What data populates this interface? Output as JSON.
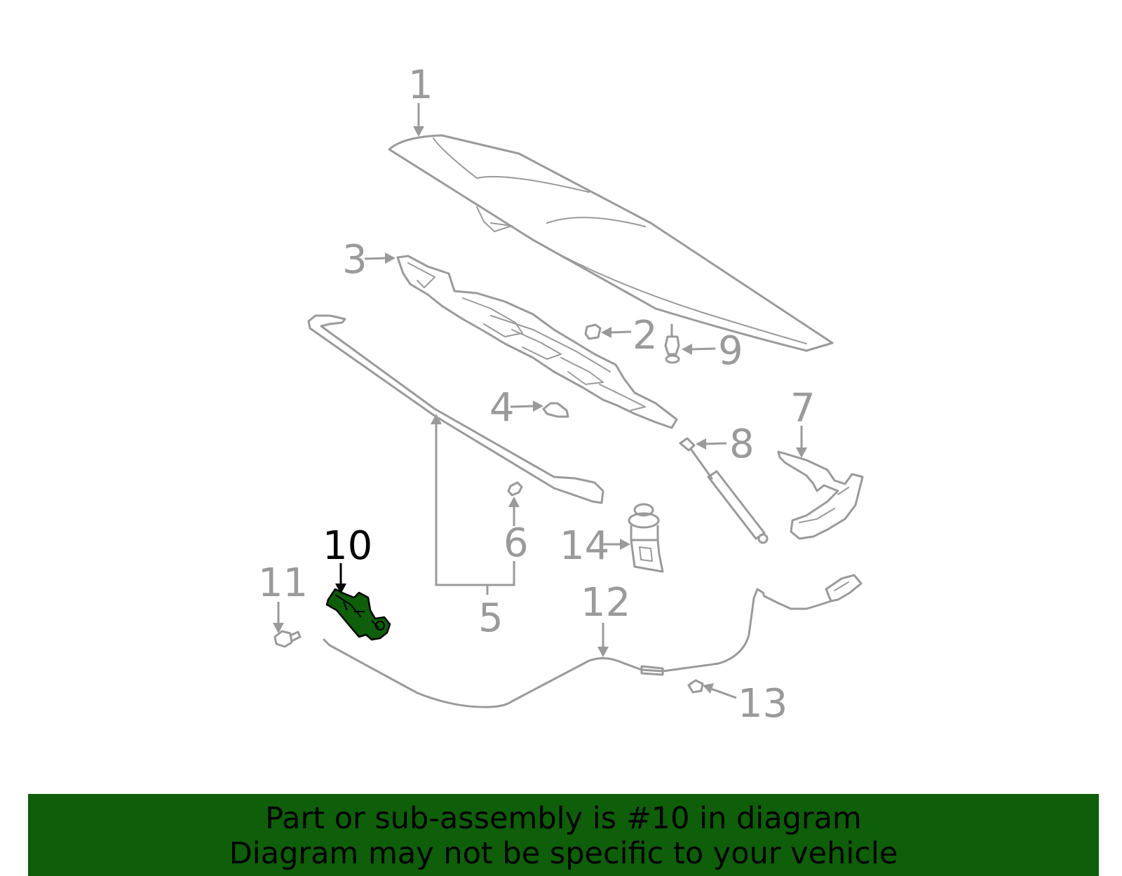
{
  "diagram": {
    "highlighted_part": "10",
    "colors": {
      "part_stroke": "#9a9a9a",
      "highlight_fill": "#0f5e0a",
      "banner_bg": "#0f5e0a",
      "active_label": "#000000"
    },
    "callouts": {
      "c1": "1",
      "c2": "2",
      "c3": "3",
      "c4": "4",
      "c5": "5",
      "c6": "6",
      "c7": "7",
      "c8": "8",
      "c9": "9",
      "c10": "10",
      "c11": "11",
      "c12": "12",
      "c13": "13",
      "c14": "14"
    }
  },
  "banner": {
    "line1": "Part or sub-assembly is #10 in diagram",
    "line2": "Diagram may not be specific to your vehicle"
  }
}
